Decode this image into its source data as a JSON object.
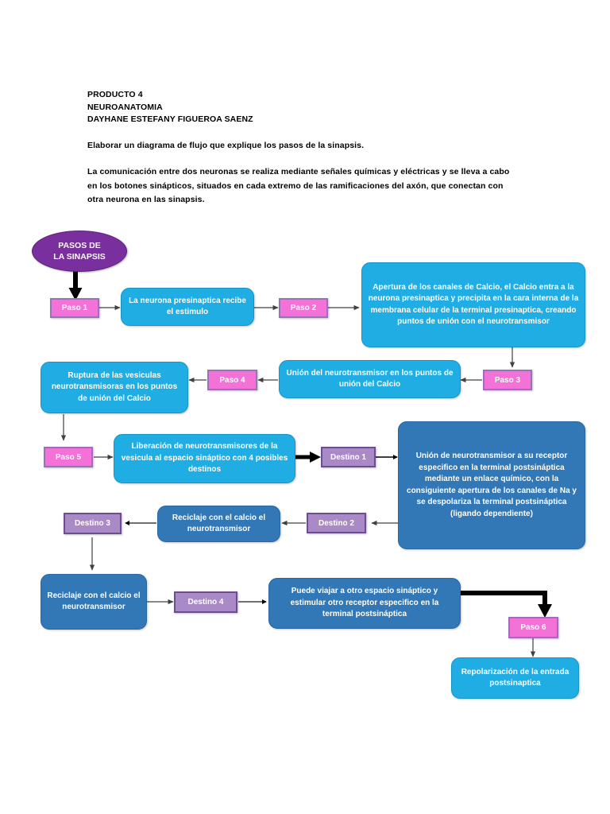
{
  "document": {
    "heading_lines": [
      "PRODUCTO 4",
      "NEUROANATOMIA",
      "DAYHANE ESTEFANY FIGUEROA SAENZ"
    ],
    "instruction": "Elaborar un diagrama de flujo que explique los pasos de la sinapsis.",
    "intro_paragraph": "La comunicación entre dos neuronas se realiza mediante señales químicas y eléctricas y se lleva a cabo en los botones sinápticos, situados en cada extremo de las ramificaciones del axón, que conectan con otra neurona en las sinapsis."
  },
  "colors": {
    "oval_purple": "#7A2F9E",
    "cyan": "#1FADE4",
    "steel_blue": "#3277B6",
    "paso_pink": "#F472D8",
    "paso_border": "#9B6FBC",
    "destino_lavender": "#A98AC6",
    "destino_border": "#6B4E90",
    "connector": "#404040",
    "connector_thick": "#000000",
    "node_text": "#FFFFFF"
  },
  "flowchart": {
    "title": "Diagrama de flujo de los pasos de la sinapsis",
    "start": {
      "label_line1": "PASOS DE",
      "label_line2": "LA SINAPSIS"
    },
    "steps": [
      {
        "id": "paso1",
        "label": "Paso 1"
      },
      {
        "id": "paso2",
        "label": "Paso 2"
      },
      {
        "id": "paso3",
        "label": "Paso 3"
      },
      {
        "id": "paso4",
        "label": "Paso 4"
      },
      {
        "id": "paso5",
        "label": "Paso 5"
      },
      {
        "id": "paso6",
        "label": "Paso 6"
      }
    ],
    "destinations": [
      {
        "id": "destino1",
        "label": "Destino 1"
      },
      {
        "id": "destino2",
        "label": "Destino 2"
      },
      {
        "id": "destino3",
        "label": "Destino 3"
      },
      {
        "id": "destino4",
        "label": "Destino 4"
      }
    ],
    "processes": [
      {
        "id": "estimulo",
        "text": "La neurona presinaptica recibe el estimulo"
      },
      {
        "id": "apertura_calcio",
        "text": "Apertura de los canales de Calcio, el Calcio entra a la neurona presinaptica y precipita en la cara interna de la membrana celular de la terminal presinaptica, creando puntos de unión con el neurotransmisor"
      },
      {
        "id": "union_calcio",
        "text": "Unión del neurotransmisor en los puntos de unión del Calcio"
      },
      {
        "id": "ruptura_vesiculas",
        "text": "Ruptura de las vesiculas neurotransmisoras en los puntos de unión del Calcio"
      },
      {
        "id": "liberacion",
        "text": "Liberación de neurotransmisores de la vesicula al espacio sináptico con 4 posibles destinos"
      },
      {
        "id": "union_receptor",
        "text": "Unión de neurotransmisor a su receptor especifico en la terminal postsináptica mediante un enlace químico, con la consiguiente apertura de los canales de Na y se despolariza la terminal postsináptica (ligando dependiente)"
      },
      {
        "id": "reciclaje_1",
        "text": "Reciclaje con el calcio el neurotransmisor"
      },
      {
        "id": "reciclaje_2",
        "text": "Reciclaje con el calcio el neurotransmisor"
      },
      {
        "id": "viajar_otro",
        "text": "Puede viajar a otro espacio sináptico y estimular otro receptor especifico en la terminal postsináptica"
      },
      {
        "id": "repolarizacion",
        "text": "Repolarización de la entrada postsinaptica"
      }
    ]
  }
}
